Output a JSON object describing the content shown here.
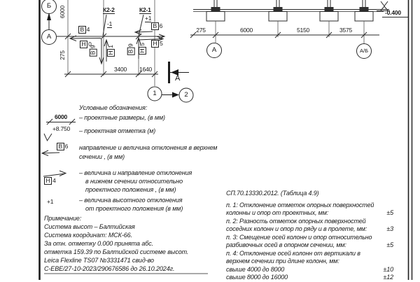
{
  "plan": {
    "axis_b": "Б",
    "axis_a": "А",
    "axis_1": "1",
    "axis_2": "2",
    "section_label": "А",
    "dim_v6000": "6000",
    "dim_v275": "275",
    "dim_3400": "3400",
    "dim_1640": "1640",
    "col1_label": "К2-2",
    "col1_offset": "-1",
    "col2_label": "К2-1",
    "col2_offset": "+1",
    "marks": {
      "v4": {
        "letter": "В",
        "num": "4"
      },
      "n0": {
        "letter": "Н",
        "num": "0"
      },
      "v9a": {
        "letter": "В",
        "num": "9"
      },
      "n1": {
        "letter": "Н",
        "num": "1"
      },
      "v9b": {
        "letter": "В",
        "num": "9"
      },
      "n5v": {
        "letter": "Н",
        "num": "5"
      },
      "v6": {
        "letter": "В",
        "num": "6"
      },
      "n5": {
        "letter": "Н",
        "num": "5"
      }
    }
  },
  "elevation": {
    "dim_275": "275",
    "dim_6000": "6000",
    "dim_5150": "5150",
    "dim_3575": "3575",
    "axis_a": "А",
    "axis_ab": "А/Б",
    "level": "-0.400"
  },
  "legend": {
    "title": "Условные обозначения:",
    "sample_dim": "6000",
    "sample_elev": "+8.750",
    "sample_v6": {
      "letter": "В",
      "num": "6"
    },
    "sample_n4": {
      "letter": "Н",
      "num": "4"
    },
    "sample_plus1": "+1",
    "item1": "– проектные размеры, (в мм)",
    "item2": "– проектная отметка (м)",
    "item3a": "направление и величина отклонения в верхнем",
    "item3b": "сечении , (в мм)",
    "item4a": "– величина и направление отклонения",
    "item4b": "в нижнем сечении относительно",
    "item4c": "проектного положения , (в мм)",
    "item5a": "– величина высотного отклонения",
    "item5b": "от проектного положения (в мм)"
  },
  "notes": {
    "title": "Примечание:",
    "line1": "Система высот – Балтийская",
    "line2": "Система координат: МСК-66.",
    "line3": "За отн. отметку 0.000 принята абс.",
    "line4": "отметка 159.39 по Балтийской системе высот.",
    "line5": "Leica Flexline TS07 №3331471 свид-во",
    "line6": "С-ЕВЕ/27-10-2023/290676586 до 26.10.2024г."
  },
  "tolerances": {
    "heading": "СП.70.13330.2012. (Таблица 4.9)",
    "rows": [
      {
        "text": "п. 1: Отклонение отметок опорных поверхностей",
        "value": ""
      },
      {
        "text": "колонны и опор от проектных, мм:",
        "value": "±5"
      },
      {
        "text": "п. 2: Разность отметок опорных поверхностей",
        "value": ""
      },
      {
        "text": "соседних колонн и опор по ряду и в пролете, мм:",
        "value": "±3"
      },
      {
        "text": "п. 3: Смещение осей колонн и опор относительно",
        "value": ""
      },
      {
        "text": "разбивочных осей в опорном сечении, мм:",
        "value": "±5"
      },
      {
        "text": "п. 4: Отклонение осей колонн от вертикали в",
        "value": ""
      },
      {
        "text": "верхнем сечении при длине колонн, мм:",
        "value": ""
      },
      {
        "text": "свыше 4000 до 8000",
        "value": "±10"
      },
      {
        "text": "свыше 8000 до 16000",
        "value": "±12"
      }
    ]
  }
}
